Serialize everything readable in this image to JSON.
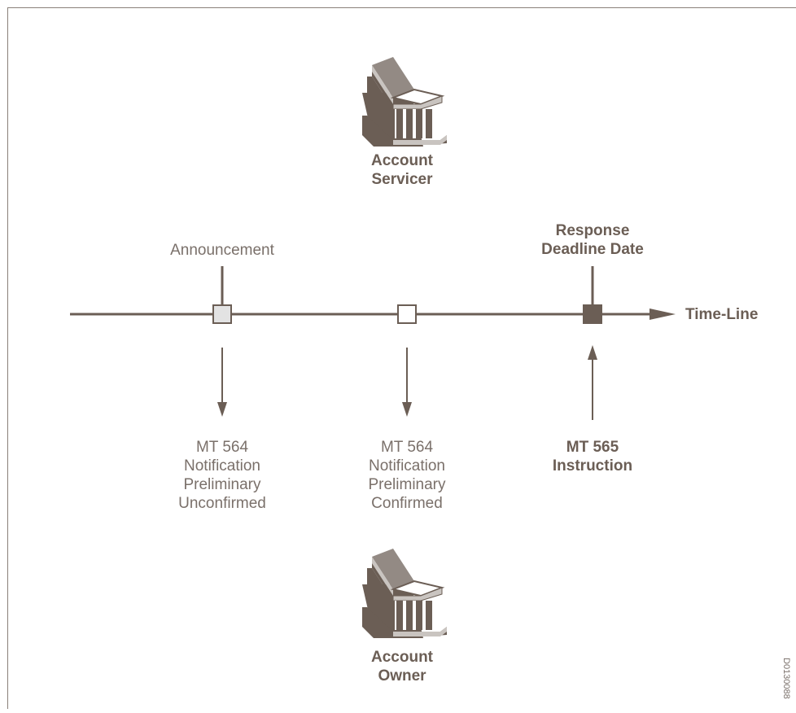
{
  "colors": {
    "frame": "#8a8079",
    "line": "#6b5e55",
    "marker_light_fill": "#e3e3e3",
    "marker_white_fill": "#ffffff",
    "marker_dark_fill": "#6b5e55",
    "building_dark": "#6b5e55",
    "building_mid": "#938a84",
    "building_light": "#c9c4c0",
    "building_white": "#ffffff"
  },
  "top_party": {
    "icon": "bank-building-icon",
    "line1": "Account",
    "line2": "Servicer"
  },
  "bottom_party": {
    "icon": "bank-building-icon",
    "line1": "Account",
    "line2": "Owner"
  },
  "timeline": {
    "label": "Time-Line"
  },
  "events": {
    "announcement": {
      "label": "Announcement",
      "marker": "light",
      "message": {
        "line1": "MT 564",
        "line2": "Notification",
        "line3": "Preliminary",
        "line4": "Unconfirmed"
      }
    },
    "confirmed": {
      "marker": "white",
      "message": {
        "line1": "MT 564",
        "line2": "Notification",
        "line3": "Preliminary",
        "line4": "Confirmed"
      }
    },
    "deadline": {
      "label_line1": "Response",
      "label_line2": "Deadline Date",
      "marker": "dark",
      "message": {
        "line1": "MT 565",
        "line2": "Instruction"
      }
    }
  },
  "reference_code": "D0130088"
}
